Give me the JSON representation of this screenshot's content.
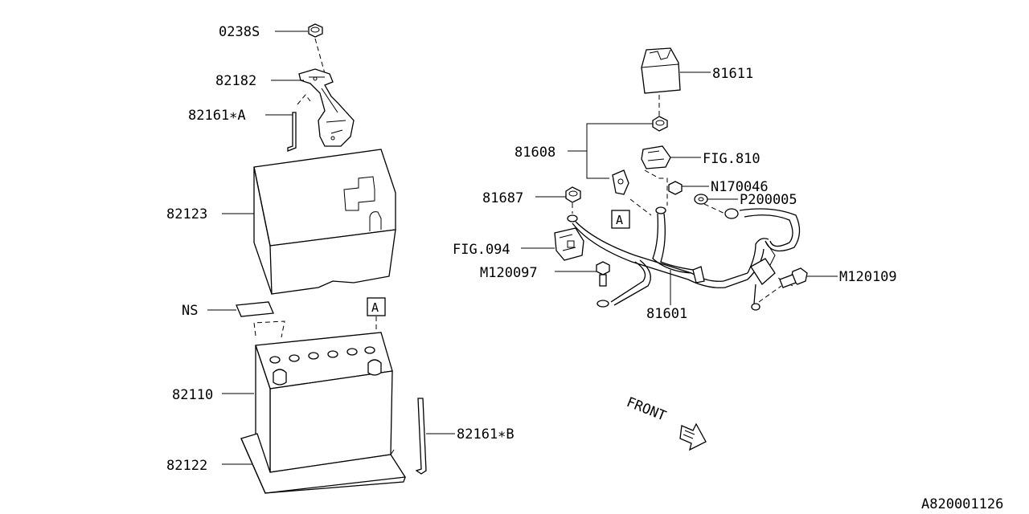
{
  "diagram": {
    "image_code": "A820001126",
    "front_label": "FRONT",
    "labels": {
      "nut_0238s": "0238S",
      "bracket_82182": "82182",
      "rod_82161a": "82161∗A",
      "cover_82123": "82123",
      "ns": "NS",
      "ref_a_left": "A",
      "battery_82110": "82110",
      "tray_82122": "82122",
      "rod_82161b": "82161∗B",
      "cover_81611": "81611",
      "fig_810": "FIG.810",
      "clip_81608": "81608",
      "nut_n170046": "N170046",
      "washer_p200005": "P200005",
      "nut_81687": "81687",
      "ref_a_right": "A",
      "fig_094": "FIG.094",
      "bolt_m120097": "M120097",
      "bolt_m120109": "M120109",
      "cable_81601": "81601"
    }
  }
}
